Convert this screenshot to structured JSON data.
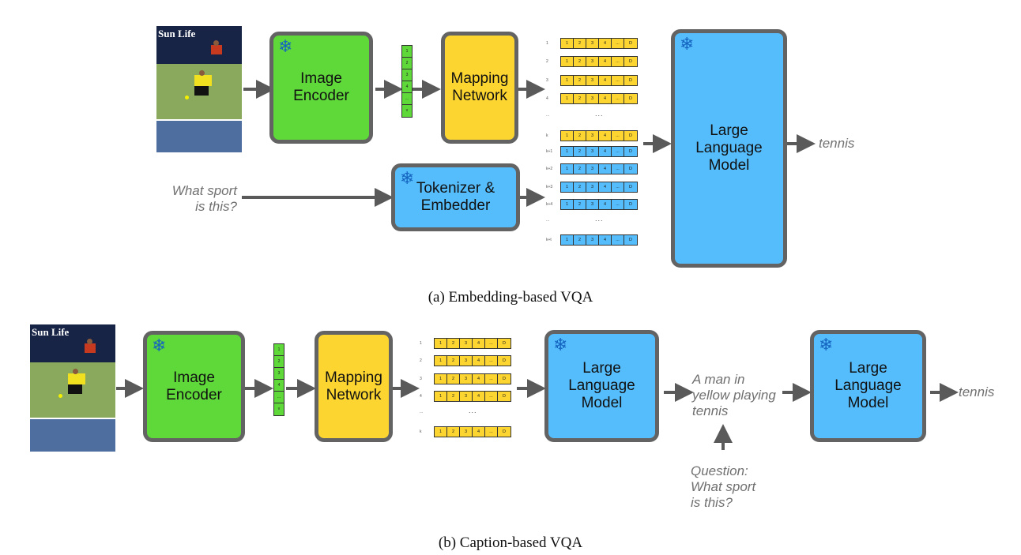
{
  "diagram_a": {
    "caption": "(a) Embedding-based VQA",
    "image_encoder": {
      "label": "Image\nEncoder",
      "frozen": true
    },
    "image_vector_cells": [
      "1",
      "2",
      "3",
      "4",
      "...",
      "v"
    ],
    "mapping_network": {
      "label": "Mapping\nNetwork",
      "frozen": false
    },
    "tokenizer": {
      "label": "Tokenizer &\nEmbedder",
      "frozen": true
    },
    "question": "What sport\nis this?",
    "llm": {
      "label": "Large\nLanguage\nModel",
      "frozen": true
    },
    "output": "tennis",
    "visual_token_indices": [
      "1",
      "2",
      "3",
      "4",
      "k"
    ],
    "text_token_indices": [
      "k+1",
      "k+2",
      "k+3",
      "k+4",
      "k+t"
    ],
    "ellipsis": "...",
    "token_cells": [
      "1",
      "2",
      "3",
      "4",
      "...",
      "D"
    ]
  },
  "diagram_b": {
    "caption": "(b) Caption-based VQA",
    "image_encoder": {
      "label": "Image\nEncoder",
      "frozen": true
    },
    "image_vector_cells": [
      "1",
      "2",
      "3",
      "4",
      "...",
      "v"
    ],
    "mapping_network": {
      "label": "Mapping\nNetwork",
      "frozen": false
    },
    "llm_captioner": {
      "label": "Large\nLanguage\nModel",
      "frozen": true
    },
    "caption_text": "A man in\nyellow playing\ntennis",
    "question": "Question:\nWhat sport\nis this?",
    "llm_answerer": {
      "label": "Large\nLanguage\nModel",
      "frozen": true
    },
    "output": "tennis",
    "visual_token_indices": [
      "1",
      "2",
      "3",
      "4",
      "k"
    ],
    "ellipsis": "...",
    "token_cells": [
      "1",
      "2",
      "3",
      "4",
      "...",
      "D"
    ]
  },
  "photo": {
    "logo_text": "Sun Life"
  },
  "icons": {
    "frozen": "❄"
  },
  "colors": {
    "encoder": "#5fd83a",
    "mapping": "#fdd530",
    "llm": "#55bdfc",
    "border": "#636363",
    "arrow": "#5a5a5a",
    "snowflake": "#1565c0"
  }
}
